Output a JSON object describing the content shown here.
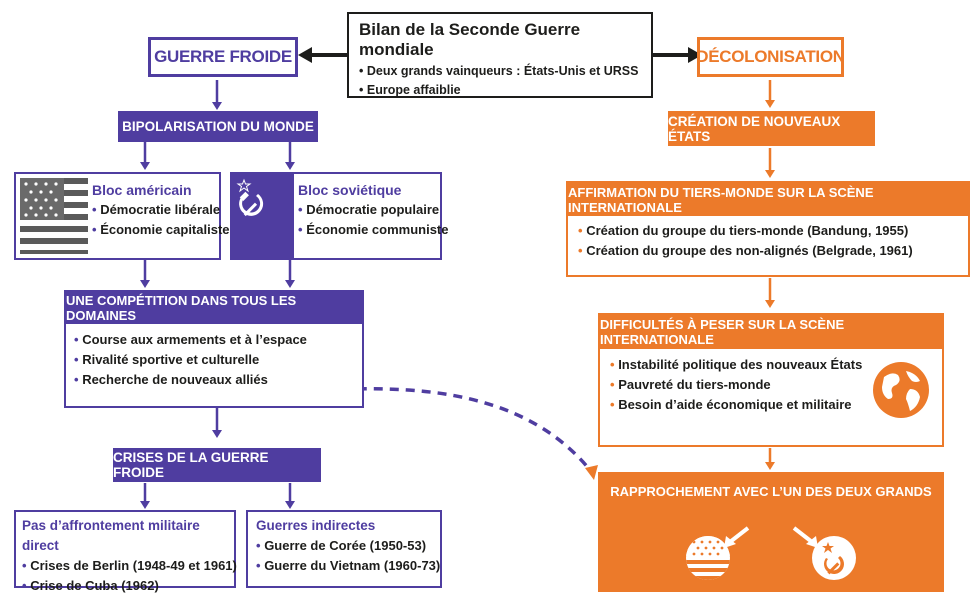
{
  "top": {
    "title": "Bilan de la Seconde Guerre mondiale",
    "items": [
      "Deux grands vainqueurs : États-Unis et URSS",
      "Europe affaiblie"
    ]
  },
  "left": {
    "title": "GUERRE FROIDE",
    "bipolar": "BIPOLARISATION DU MONDE",
    "bloc_us": {
      "title": "Bloc américain",
      "items": [
        "Démocratie libérale",
        "Économie capitaliste"
      ]
    },
    "bloc_ussr": {
      "title": "Bloc soviétique",
      "items": [
        "Démocratie populaire",
        "Économie communiste"
      ]
    },
    "competition": {
      "title": "UNE COMPÉTITION DANS TOUS LES DOMAINES",
      "items": [
        "Course aux armements et à l’espace",
        "Rivalité sportive et culturelle",
        "Recherche de nouveaux alliés"
      ]
    },
    "crises": "CRISES DE LA GUERRE FROIDE",
    "no_direct": {
      "title": "Pas d’affrontement militaire direct",
      "items": [
        "Crises de Berlin (1948-49 et 1961)",
        "Crise de Cuba (1962)"
      ]
    },
    "indirect": {
      "title": "Guerres indirectes",
      "items": [
        "Guerre de Corée (1950-53)",
        "Guerre du Vietnam (1960-73)"
      ]
    }
  },
  "right": {
    "title": "DÉCOLONISATION",
    "new_states": "CRÉATION DE NOUVEAUX ÉTATS",
    "affirmation": {
      "title": "AFFIRMATION DU TIERS-MONDE SUR LA SCÈNE INTERNATIONALE",
      "items": [
        "Création du groupe du tiers-monde (Bandung, 1955)",
        "Création du groupe des non-alignés (Belgrade, 1961)"
      ]
    },
    "difficulties": {
      "title": "DIFFICULTÉS À PESER SUR LA SCÈNE INTERNATIONALE",
      "items": [
        "Instabilité politique des nouveaux États",
        "Pauvreté du tiers-monde",
        "Besoin d’aide économique et militaire"
      ]
    },
    "rapprochement": "RAPPROCHEMENT AVEC L’UN DES DEUX GRANDS"
  },
  "colors": {
    "purple": "#4f3da0",
    "orange": "#ec7a2a"
  },
  "icons": [
    "us-flag-icon",
    "hammer-sickle-icon",
    "globe-icon"
  ]
}
